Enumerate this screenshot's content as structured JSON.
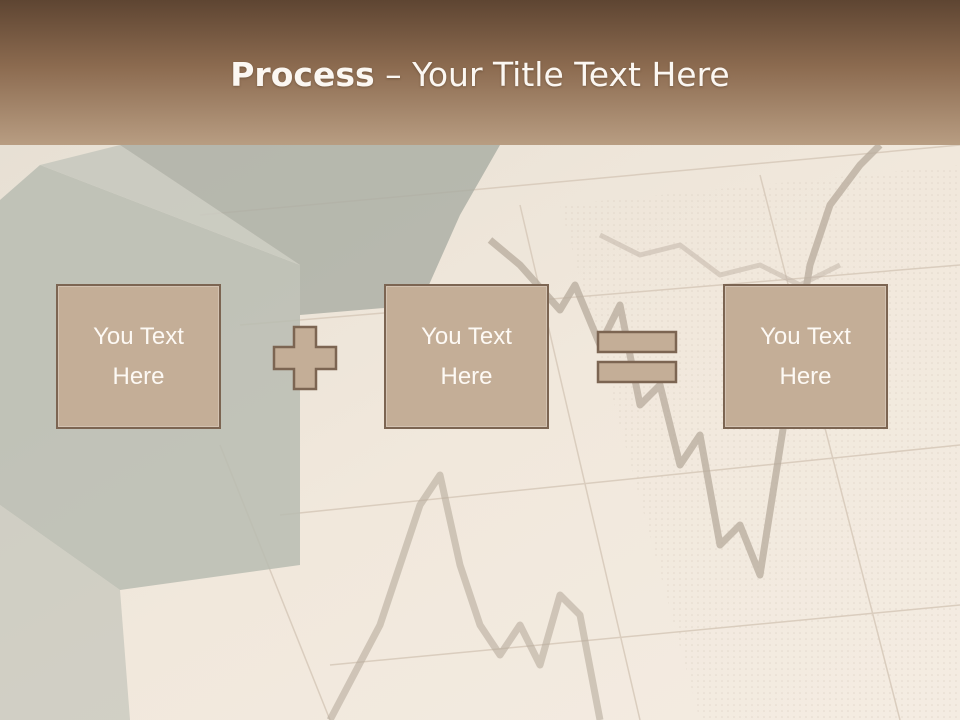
{
  "header": {
    "title_bold": "Process",
    "title_rest": " – Your Title Text Here"
  },
  "process": {
    "boxes": [
      {
        "text": "You Text Here"
      },
      {
        "text": "You Text Here"
      },
      {
        "text": "You Text Here"
      }
    ],
    "operators": [
      "plus-icon",
      "equals-icon"
    ]
  },
  "colors": {
    "header_dark": "#5e4532",
    "header_light": "#b89d82",
    "box_fill": "#c4ae97",
    "box_border": "#7c6552",
    "text_light": "#fdf9f4"
  }
}
